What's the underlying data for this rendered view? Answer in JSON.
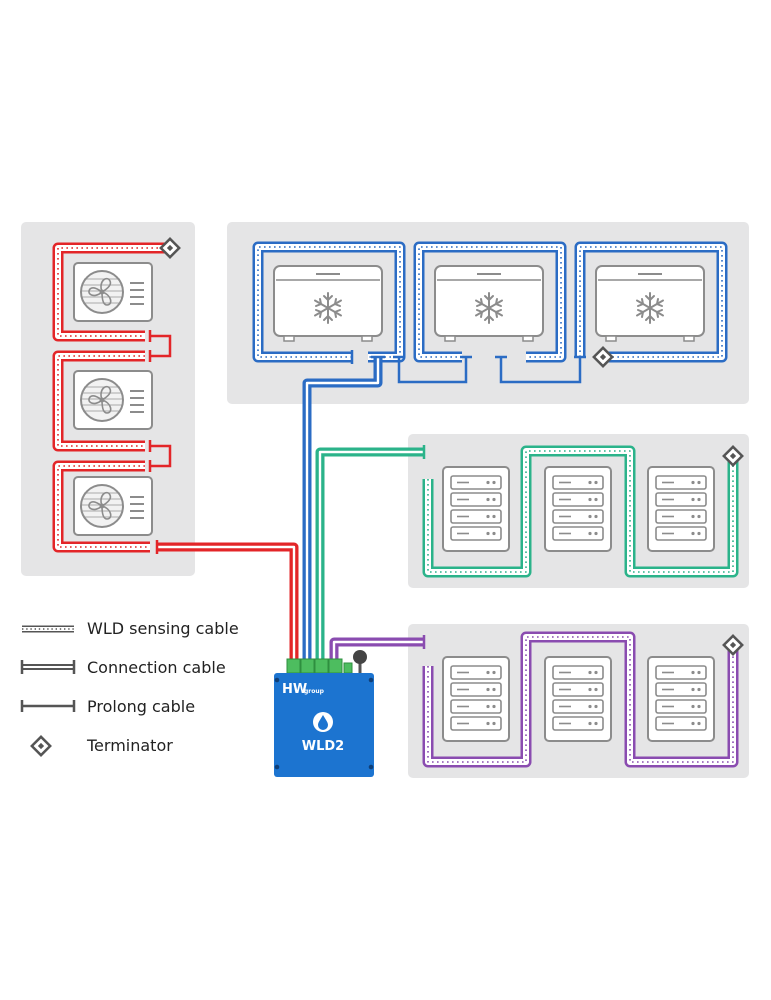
{
  "colors": {
    "panel": "#e5e5e6",
    "device_stroke": "#8c8c8c",
    "zone_ac": "#e32528",
    "zone_freezer": "#2b6cc4",
    "zone_server_1": "#2bb38a",
    "zone_server_2": "#8a4cb0",
    "device_body": "#1c74d0",
    "connector": "#4dbd5f",
    "legend_ink": "#555555"
  },
  "icons": [
    "fan-icon",
    "snowflake-icon",
    "server-rack-icon",
    "terminator-icon",
    "water-drop-icon"
  ],
  "zones": [
    {
      "name": "air-conditioners",
      "device": "fan-icon",
      "count": 3
    },
    {
      "name": "freezers",
      "device": "snowflake-icon",
      "count": 3
    },
    {
      "name": "server-racks-1",
      "device": "server-rack-icon",
      "count": 3
    },
    {
      "name": "server-racks-2",
      "device": "server-rack-icon",
      "count": 3
    }
  ],
  "device": {
    "brand": "HW",
    "brand_sub": "group",
    "model": "WLD2"
  },
  "legend": [
    {
      "icon": "sensing-cable-icon",
      "label": "WLD sensing cable"
    },
    {
      "icon": "connection-cable-icon",
      "label": "Connection cable"
    },
    {
      "icon": "prolong-cable-icon",
      "label": "Prolong cable"
    },
    {
      "icon": "terminator-icon",
      "label": "Terminator"
    }
  ]
}
